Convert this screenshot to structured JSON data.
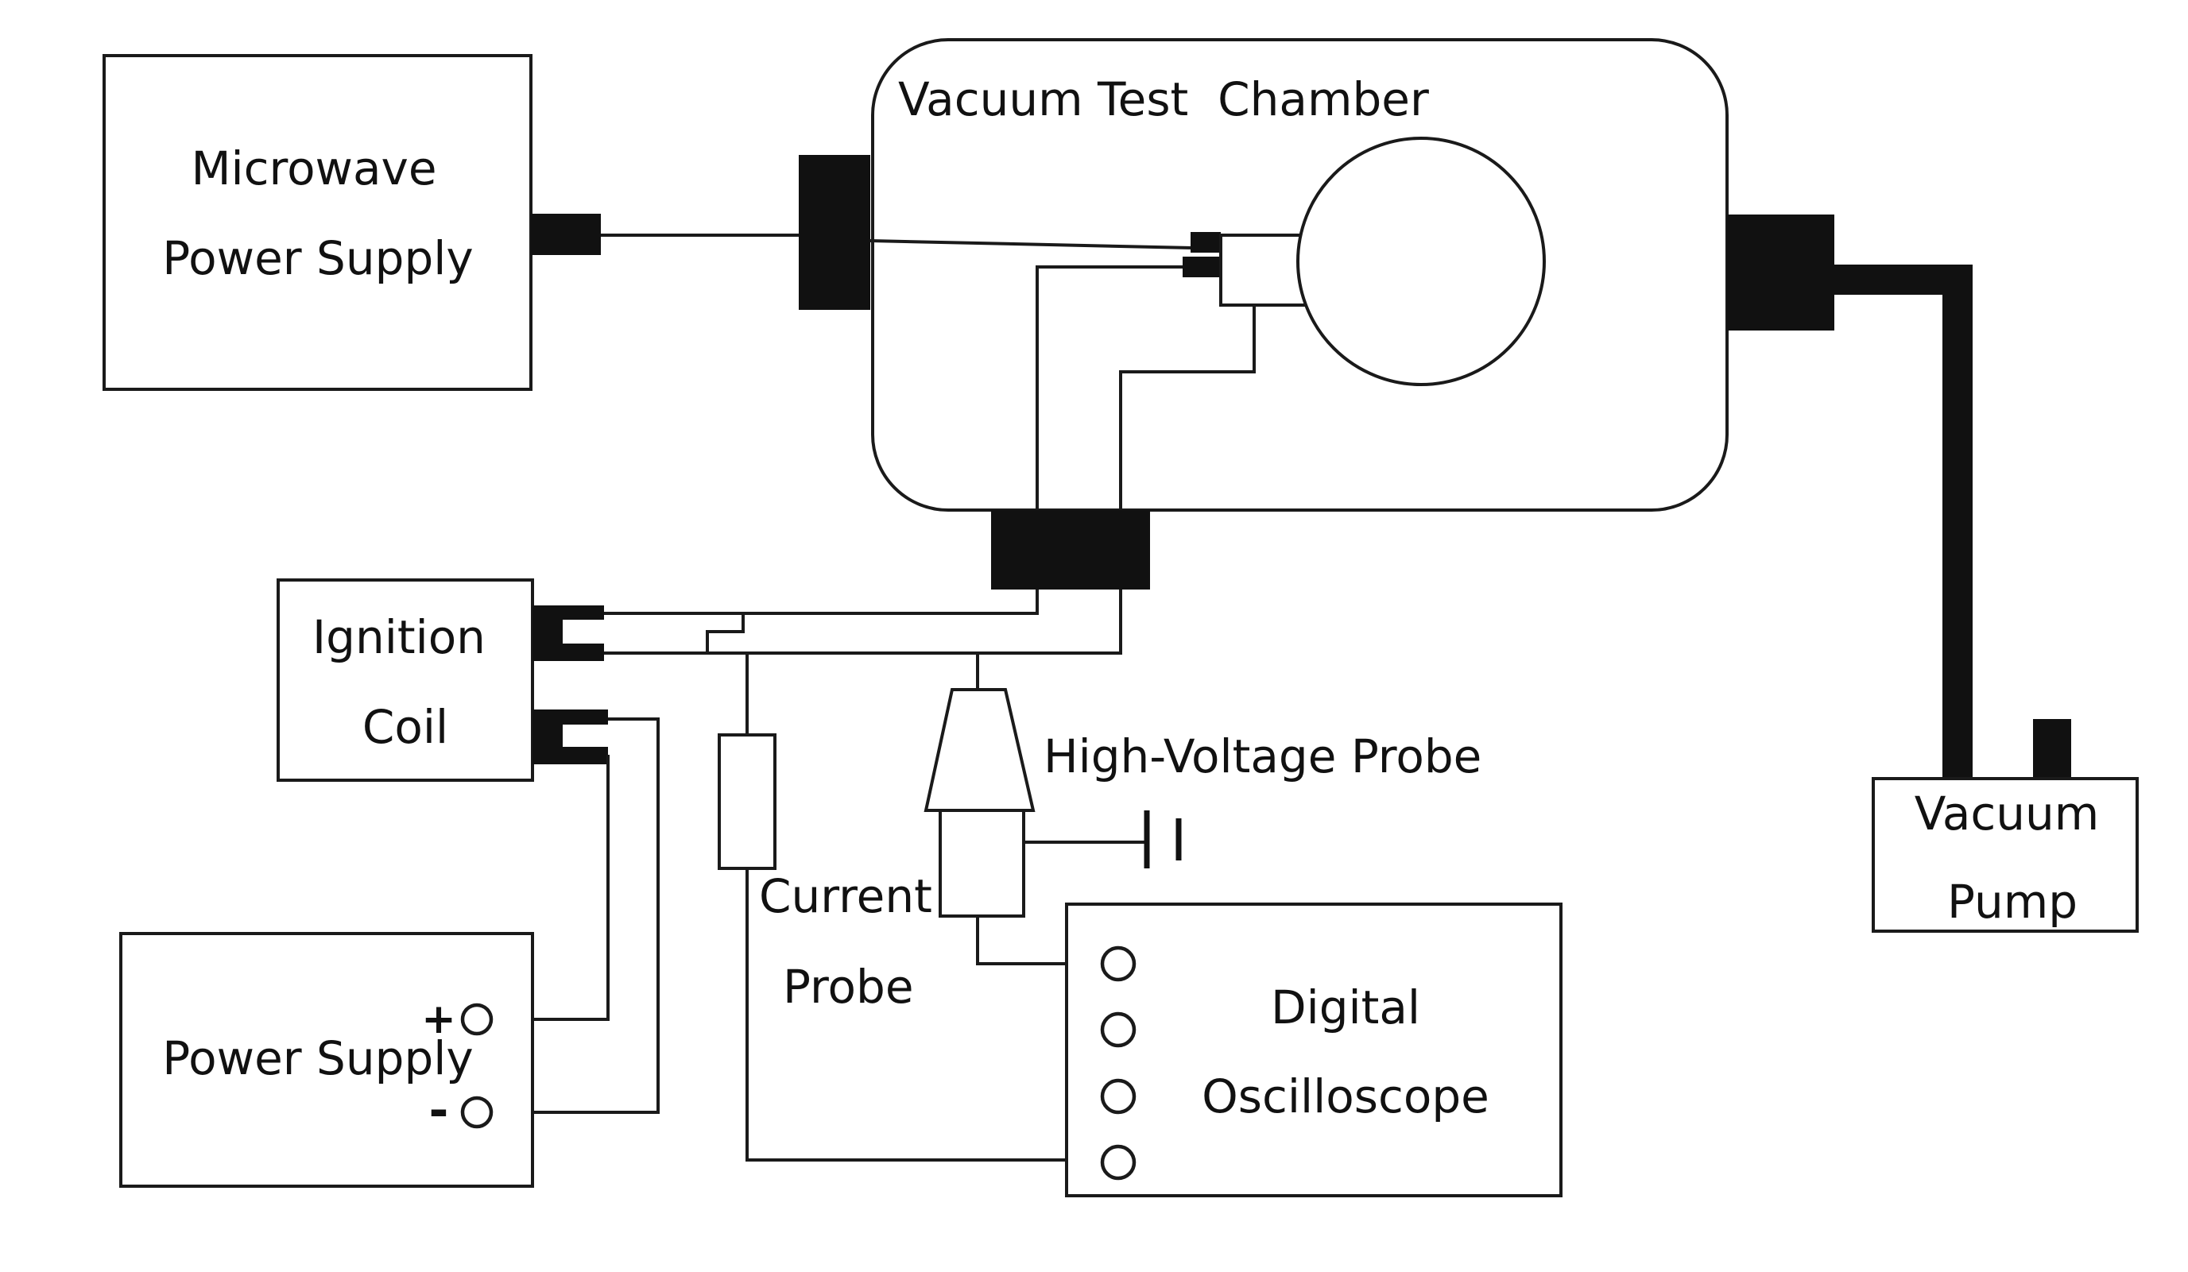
{
  "labels": {
    "microwave_line1": "Microwave",
    "microwave_line2": "Power Supply",
    "chamber": "Vacuum Test  Chamber",
    "ignition_line1": "Ignition",
    "ignition_line2": "Coil",
    "power_supply": "Power Supply",
    "plus": "+",
    "minus": "-",
    "hv_probe": "High-Voltage Probe",
    "current_line1": "Current",
    "current_line2": "Probe",
    "osc_line1": "Digital",
    "osc_line2": "Oscilloscope",
    "pump_line1": "Vacuum",
    "pump_line2": "Pump"
  },
  "colors": {
    "line": "#1a1a1a",
    "background": "#ffffff"
  }
}
